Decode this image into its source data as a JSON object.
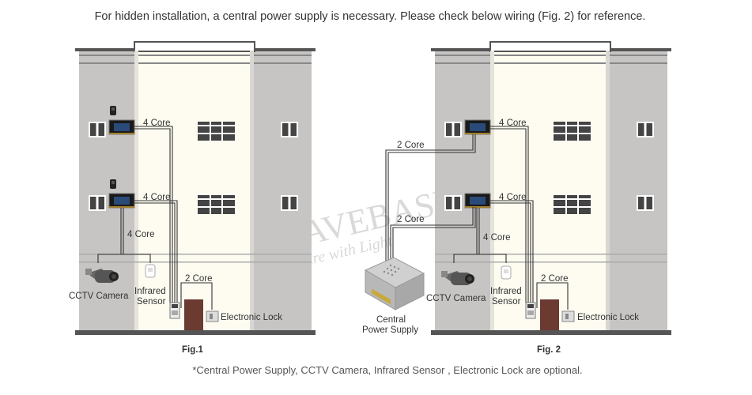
{
  "header": {
    "note": "For hidden installation, a central power supply is necessary. Please check below wiring (Fig. 2) for reference."
  },
  "footer": {
    "note": "*Central Power Supply, CCTV Camera, Infrared Sensor , Electronic Lock are optional."
  },
  "watermark": {
    "brand": "SAVEBASE",
    "tagline": "Share with Light"
  },
  "fig1": {
    "caption": "Fig.1",
    "wire_top": "4 Core",
    "wire_mid": "4 Core",
    "wire_down": "4 Core",
    "wire_lock": "2 Core",
    "camera_label": "CCTV Camera",
    "sensor_label_1": "Infrared",
    "sensor_label_2": "Sensor",
    "lock_label": "Electronic Lock"
  },
  "fig2": {
    "caption": "Fig. 2",
    "wire_top": "4 Core",
    "wire_mid": "4 Core",
    "wire_down": "4 Core",
    "wire_lock": "2 Core",
    "psu_wire_top": "2 Core",
    "psu_wire_mid": "2 Core",
    "camera_label": "CCTV Camera",
    "sensor_label_1": "Infrared",
    "sensor_label_2": "Sensor",
    "lock_label": "Electronic Lock",
    "psu_label_1": "Central",
    "psu_label_2": "Power Supply"
  }
}
